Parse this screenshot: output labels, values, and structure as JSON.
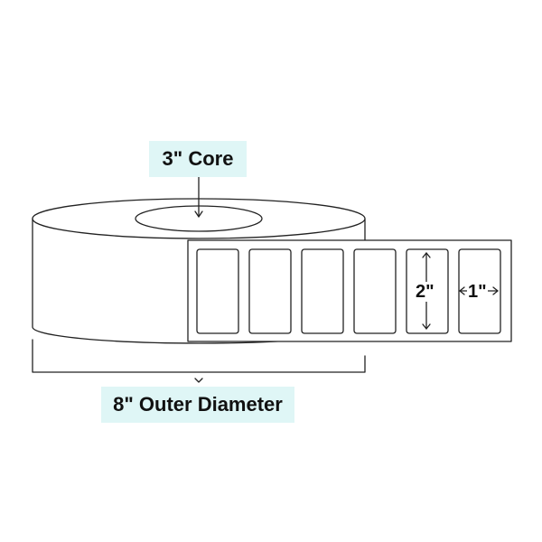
{
  "colors": {
    "callout_bg": "#dff6f6",
    "stroke": "#222222"
  },
  "labels": {
    "core": "3\" Core",
    "outer_diameter": "8\" Outer Diameter",
    "label_height": "2\"",
    "label_width": "1\""
  },
  "roll": {
    "visible_label_count": 6
  }
}
